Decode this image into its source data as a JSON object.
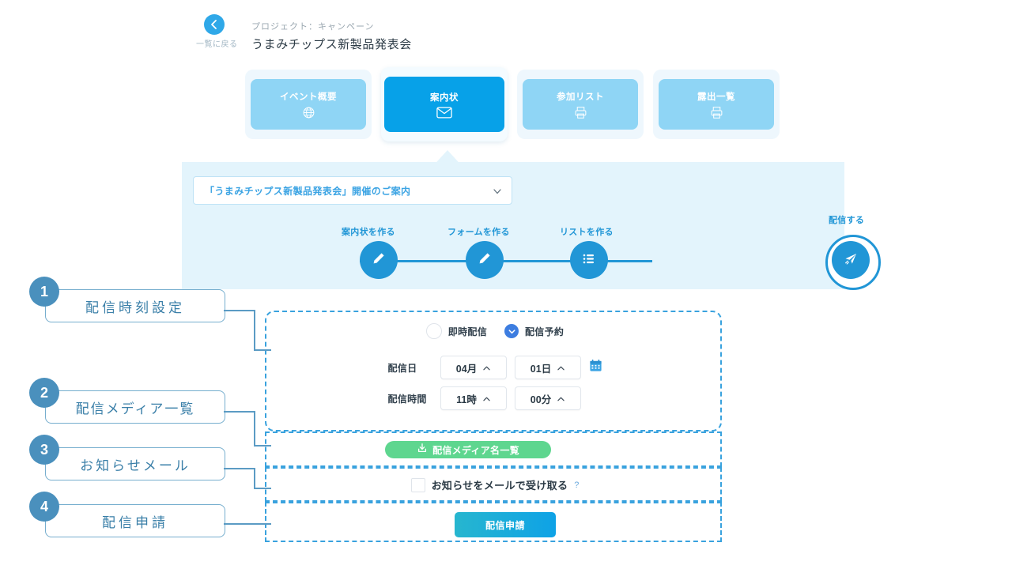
{
  "header": {
    "back_label": "一覧に戻る",
    "back_icon": "chevron-left-icon",
    "project_line": "プロジェクト：キャンペーン",
    "event_title": "うまみチップス新製品発表会"
  },
  "tabs": [
    {
      "label": "イベント概要",
      "icon": "globe-icon",
      "active": false
    },
    {
      "label": "案内状",
      "icon": "envelope-icon",
      "active": true
    },
    {
      "label": "参加リスト",
      "icon": "printer-icon",
      "active": false
    },
    {
      "label": "露出一覧",
      "icon": "printer-icon",
      "active": false
    }
  ],
  "panel": {
    "document_select": {
      "value": "「うまみチップス新製品発表会」開催のご案内",
      "caret_icon": "chevron-down-icon"
    },
    "steps": [
      {
        "label": "案内状を作る",
        "icon": "pencil-icon",
        "active": false
      },
      {
        "label": "フォームを作る",
        "icon": "pencil-icon",
        "active": false
      },
      {
        "label": "リストを作る",
        "icon": "list-icon",
        "active": false
      },
      {
        "label": "配信する",
        "icon": "send-icon",
        "active": true
      }
    ]
  },
  "form": {
    "delivery_mode": {
      "options": [
        {
          "label": "即時配信",
          "selected": false
        },
        {
          "label": "配信予約",
          "selected": true
        }
      ]
    },
    "date_row": {
      "label": "配信日",
      "month": "04月",
      "day": "01日",
      "calendar_icon": "calendar-icon",
      "caret_icon": "caret-up-icon"
    },
    "time_row": {
      "label": "配信時間",
      "hour": "11時",
      "minute": "00分",
      "caret_icon": "caret-up-icon"
    },
    "media_button": {
      "label": "配信メディア名一覧",
      "icon": "download-icon",
      "color": "#5ed68f"
    },
    "notify_checkbox": {
      "label": "お知らせをメールで受け取る",
      "checked": false,
      "help_icon": "?"
    },
    "submit_button": {
      "label": "配信申請",
      "color_start": "#27b6cf",
      "color_end": "#0ea2e6"
    }
  },
  "callouts": [
    {
      "number": "1",
      "label": "配信時刻設定"
    },
    {
      "number": "2",
      "label": "配信メディア一覧"
    },
    {
      "number": "3",
      "label": "お知らせメール"
    },
    {
      "number": "4",
      "label": "配信申請"
    }
  ],
  "colors": {
    "accent": "#07a1e8",
    "panel_bg": "#e3f4fc",
    "tab_inactive": "#8fd5f5",
    "dash_border": "#39a2de",
    "callout_border": "#76aece",
    "badge": "#4a90bd"
  }
}
